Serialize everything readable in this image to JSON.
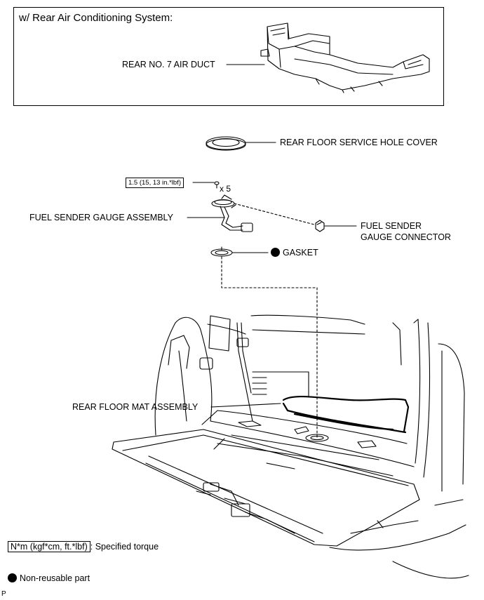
{
  "inset_box": {
    "title": "w/ Rear Air Conditioning System:"
  },
  "labels": {
    "air_duct": "REAR NO. 7 AIR DUCT",
    "hole_cover": "REAR FLOOR SERVICE HOLE COVER",
    "torque_value": "1.5 (15, 13 in.*lbf)",
    "quantity": "x 5",
    "fuel_sender": "FUEL SENDER GAUGE ASSEMBLY",
    "connector_line1": "FUEL SENDER",
    "connector_line2": "GAUGE CONNECTOR",
    "gasket": "GASKET",
    "floor_mat": "REAR FLOOR MAT ASSEMBLY"
  },
  "legend": {
    "torque_unit": "N*m (kgf*cm, ft.*lbf)",
    "torque_text": ": Specified torque",
    "nonreusable_text": "Non-reusable part"
  },
  "footer": {
    "code": "P"
  }
}
